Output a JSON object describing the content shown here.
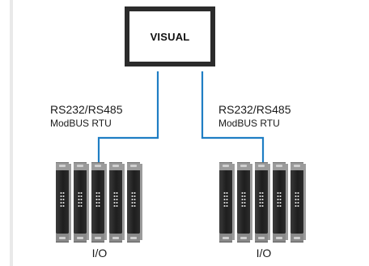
{
  "visual": {
    "label": "VISUAL"
  },
  "links": [
    {
      "line1": "RS232/RS485",
      "line2": "ModBUS RTU"
    },
    {
      "line1": "RS232/RS485",
      "line2": "ModBUS RTU"
    }
  ],
  "io_groups": [
    {
      "label": "I/O",
      "modules": 5
    },
    {
      "label": "I/O",
      "modules": 5
    }
  ],
  "colors": {
    "wire": "#1f7ec4",
    "box_border": "#2b2b2b"
  }
}
